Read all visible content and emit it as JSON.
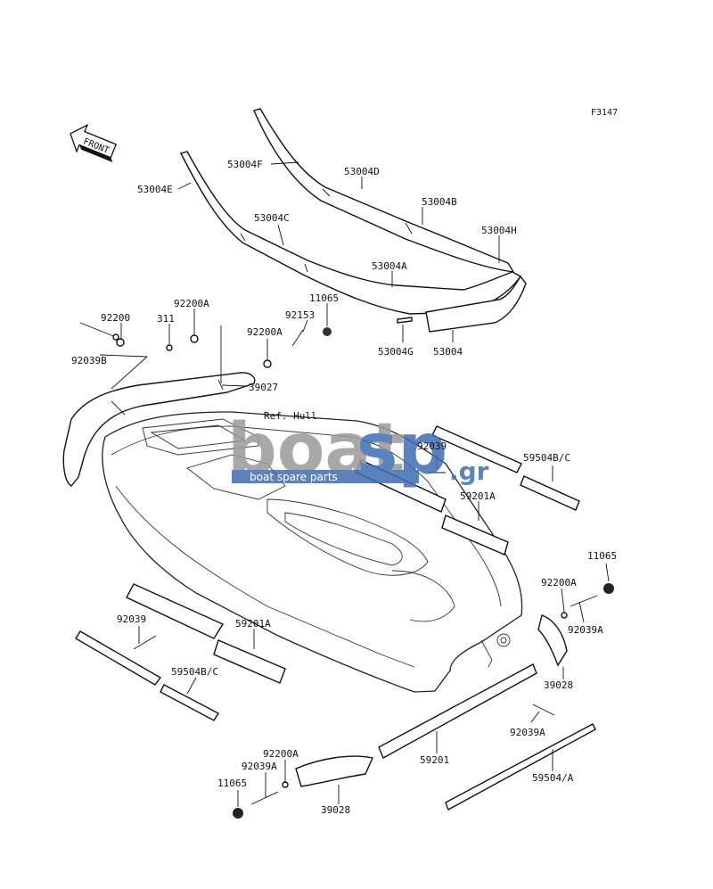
{
  "figure_code": "F3147",
  "front_indicator": "FRONT",
  "reference_label": "Ref. Hull",
  "watermark": {
    "brand_left": "boat",
    "brand_right": "sp",
    "brand_suffix": ".gr",
    "tagline": "boat spare parts",
    "color_left": "#9a9a9a",
    "color_right": "#3f6db3"
  },
  "part_labels": [
    "53004F",
    "53004D",
    "53004E",
    "53004B",
    "53004C",
    "53004H",
    "53004A",
    "11065",
    "92200A",
    "92153",
    "92200",
    "311",
    "92200A",
    "92039B",
    "39027",
    "53004G",
    "53004",
    "92039",
    "59504B/C",
    "59201A",
    "11065",
    "92200A",
    "92039A",
    "39028",
    "92039",
    "59201A",
    "59504B/C",
    "92039A",
    "59201",
    "59504/A",
    "92200A",
    "92039A",
    "11065",
    "39028"
  ]
}
